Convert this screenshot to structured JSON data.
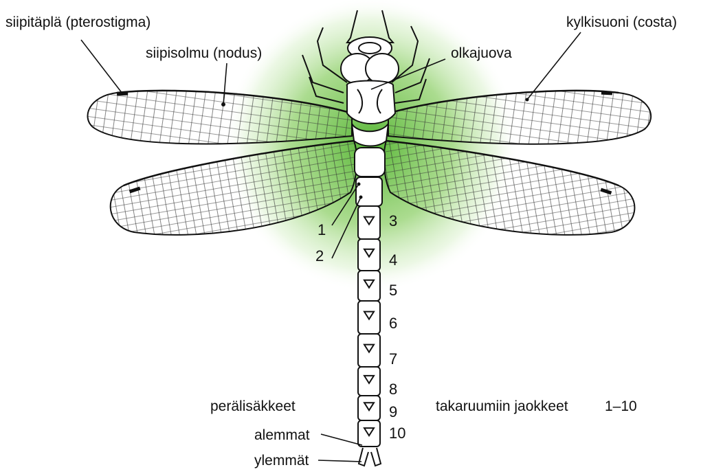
{
  "labels": {
    "pterostigma": "siipitäplä (pterostigma)",
    "nodus": "siipisolmu (nodus)",
    "costa": "kylkisuoni (costa)",
    "olkajuova": "olkajuova",
    "peralisakkeet": "perälisäkkeet",
    "takaruumiin": "takaruumiin jaokkeet",
    "takaruumiin_range": "1–10",
    "alemmat": "alemmat",
    "ylemmat": "ylemmät"
  },
  "segment_numbers": [
    "1",
    "2",
    "3",
    "4",
    "5",
    "6",
    "7",
    "8",
    "9",
    "10"
  ],
  "colors": {
    "glow": "#5fbf3a",
    "ink": "#111111",
    "wing_fill": "#ffffff"
  }
}
